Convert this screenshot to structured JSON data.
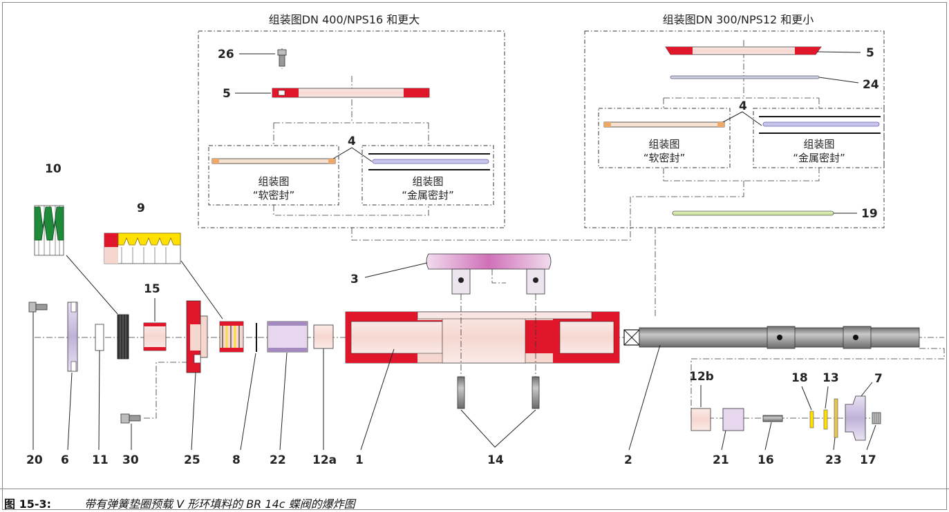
{
  "titles": {
    "left_group": "组装图DN 400/NPS16 和更大",
    "right_group": "组装图DN 300/NPS12 和更小"
  },
  "sub_labels": {
    "soft_line1": "组装图",
    "soft_line2": "“软密封”",
    "metal_line1": "组装图",
    "metal_line2": "“金属密封”"
  },
  "part_labels": {
    "p26": "26",
    "p5_left": "5",
    "p4_left": "4",
    "p5_right": "5",
    "p24": "24",
    "p4_right": "4",
    "p19": "19",
    "p10": "10",
    "p9": "9",
    "p15": "15",
    "p3": "3",
    "p20": "20",
    "p6": "6",
    "p11": "11",
    "p30": "30",
    "p25": "25",
    "p8": "8",
    "p22": "22",
    "p12a": "12a",
    "p1": "1",
    "p14": "14",
    "p2": "2",
    "p12b": "12b",
    "p21": "21",
    "p16": "16",
    "p18": "18",
    "p13": "13",
    "p23": "23",
    "p7": "7",
    "p17": "17"
  },
  "caption": {
    "number": "图 15-3:",
    "text": "带有弹簧垫圈预载 V 形环填料的 BR 14c 蝶阀的爆炸图"
  },
  "colors": {
    "red": "#e0162b",
    "pink_light": "#f7dcd6",
    "lilac": "#c8bcdc",
    "green": "#1f8a3a",
    "yellow": "#ffe000",
    "gray_shaft": "#8a8a8a",
    "seal_yellow": "#e8ecb0"
  }
}
